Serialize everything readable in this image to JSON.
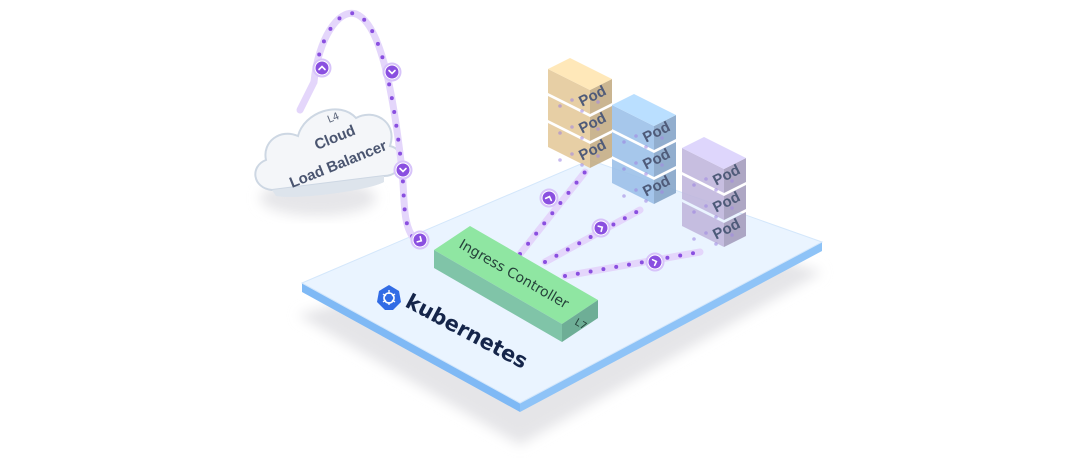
{
  "cloud": {
    "layer": "L4",
    "line1": "Cloud",
    "line2": "Load Balancer"
  },
  "ingress": {
    "label": "Ingress Controller",
    "layer": "L7"
  },
  "platform": {
    "name": "kubernetes"
  },
  "pods": {
    "label": "Pod",
    "groups": [
      {
        "color": "#f6d9a8",
        "labels": [
          "Pod",
          "Pod",
          "Pod"
        ]
      },
      {
        "color": "#a9d0fb",
        "labels": [
          "Pod",
          "Pod",
          "Pod"
        ]
      },
      {
        "color": "#cfc6ee",
        "labels": [
          "Pod",
          "Pod",
          "Pod"
        ]
      }
    ]
  },
  "colors": {
    "flow": "#8a4fe0",
    "flow_glow": "#dcc8fb",
    "platform_top": "#eaf4ff",
    "platform_edge": "#7fb9f5",
    "ingress_top": "#8fe6a2",
    "ingress_side": "#7fbca6",
    "k8s_logo": "#326ce5"
  },
  "icons": {
    "flow_arrow": "chevron-icon",
    "k8s": "helm-wheel-icon"
  }
}
